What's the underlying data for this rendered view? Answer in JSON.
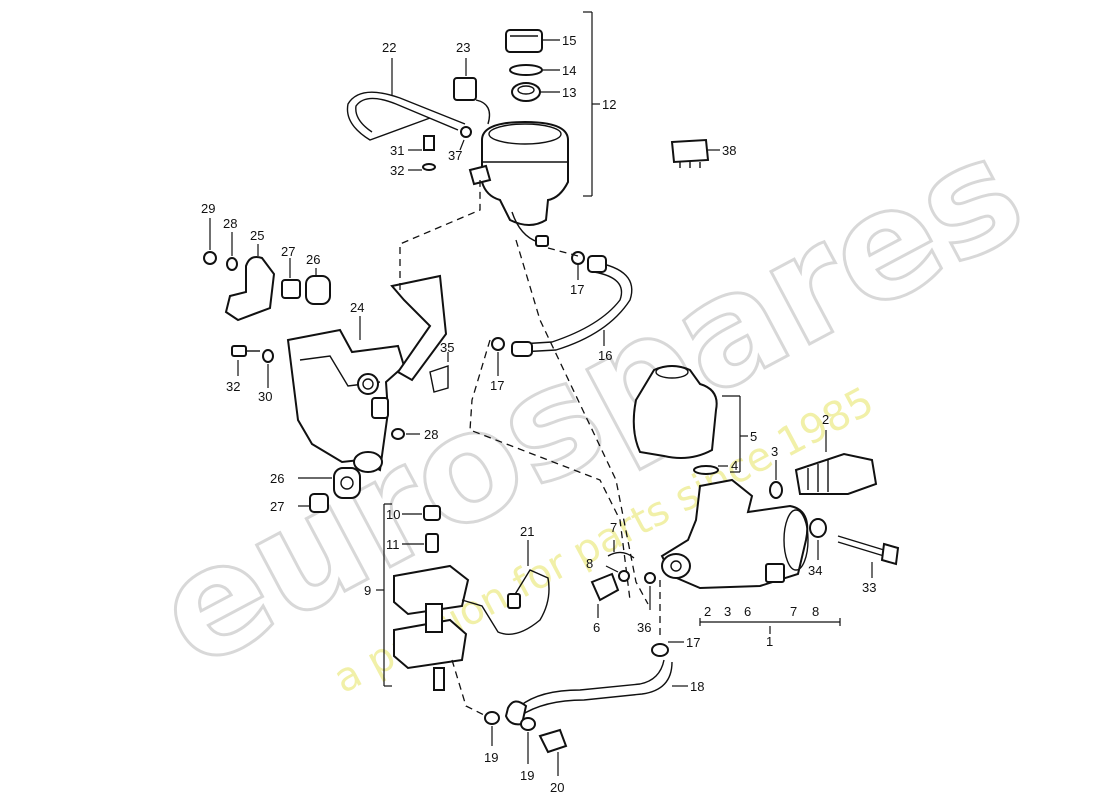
{
  "watermark": {
    "brand": "eurospares",
    "tagline": "a passion for parts since 1985"
  },
  "labels": {
    "p1": "1",
    "p2": "2",
    "p3": "3",
    "p4": "4",
    "p5": "5",
    "p6": "6",
    "p7": "7",
    "p8": "8",
    "p9": "9",
    "p10": "10",
    "p11": "11",
    "p12": "12",
    "p13": "13",
    "p14": "14",
    "p15": "15",
    "p16": "16",
    "p17a": "17",
    "p17b": "17",
    "p17c": "17",
    "p18": "18",
    "p19a": "19",
    "p19b": "19",
    "p20": "20",
    "p21": "21",
    "p22": "22",
    "p23": "23",
    "p24": "24",
    "p25": "25",
    "p26a": "26",
    "p26b": "26",
    "p27a": "27",
    "p27b": "27",
    "p28a": "28",
    "p28b": "28",
    "p29": "29",
    "p30": "30",
    "p31": "31",
    "p32a": "32",
    "p32b": "32",
    "p33": "33",
    "p34": "34",
    "p35": "35",
    "p36": "36",
    "p37": "37",
    "p38": "38",
    "sub_2": "2",
    "sub_3": "3",
    "sub_6": "6",
    "sub_7": "7",
    "sub_8": "8"
  }
}
